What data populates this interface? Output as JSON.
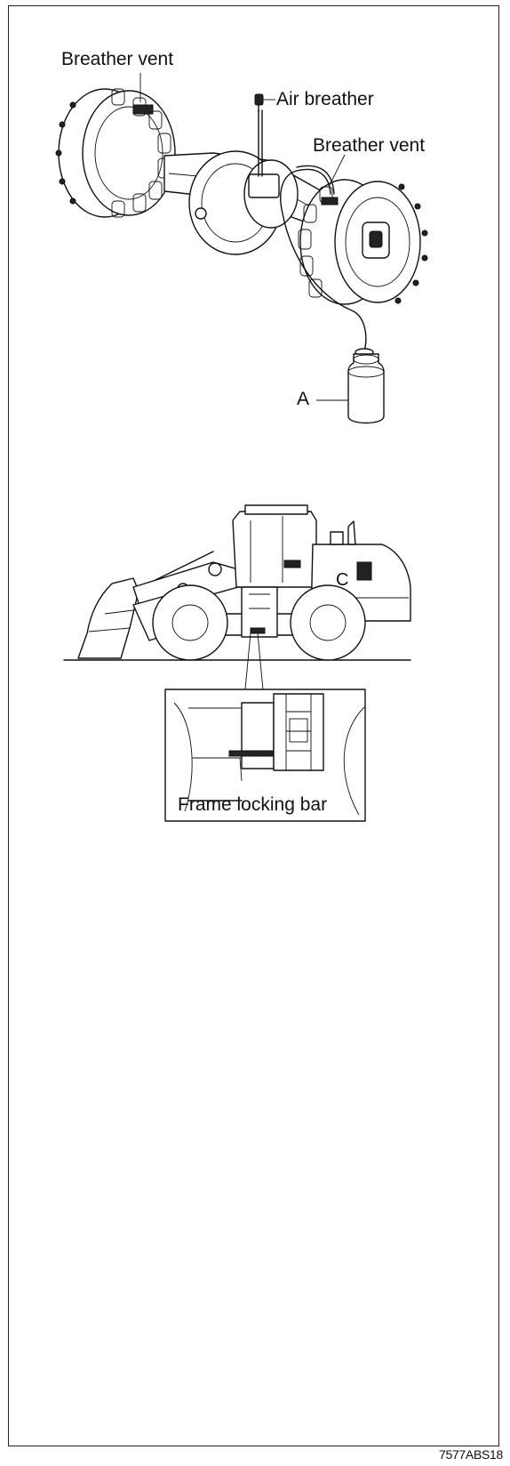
{
  "figure1": {
    "label_breather_vent_left": "Breather vent",
    "label_air_breather": "Air breather",
    "label_breather_vent_right": "Breather vent",
    "label_container": "A"
  },
  "figure2": {
    "label_frame_locking_bar": "Frame locking bar"
  },
  "drawing_code": "7577ABS18"
}
